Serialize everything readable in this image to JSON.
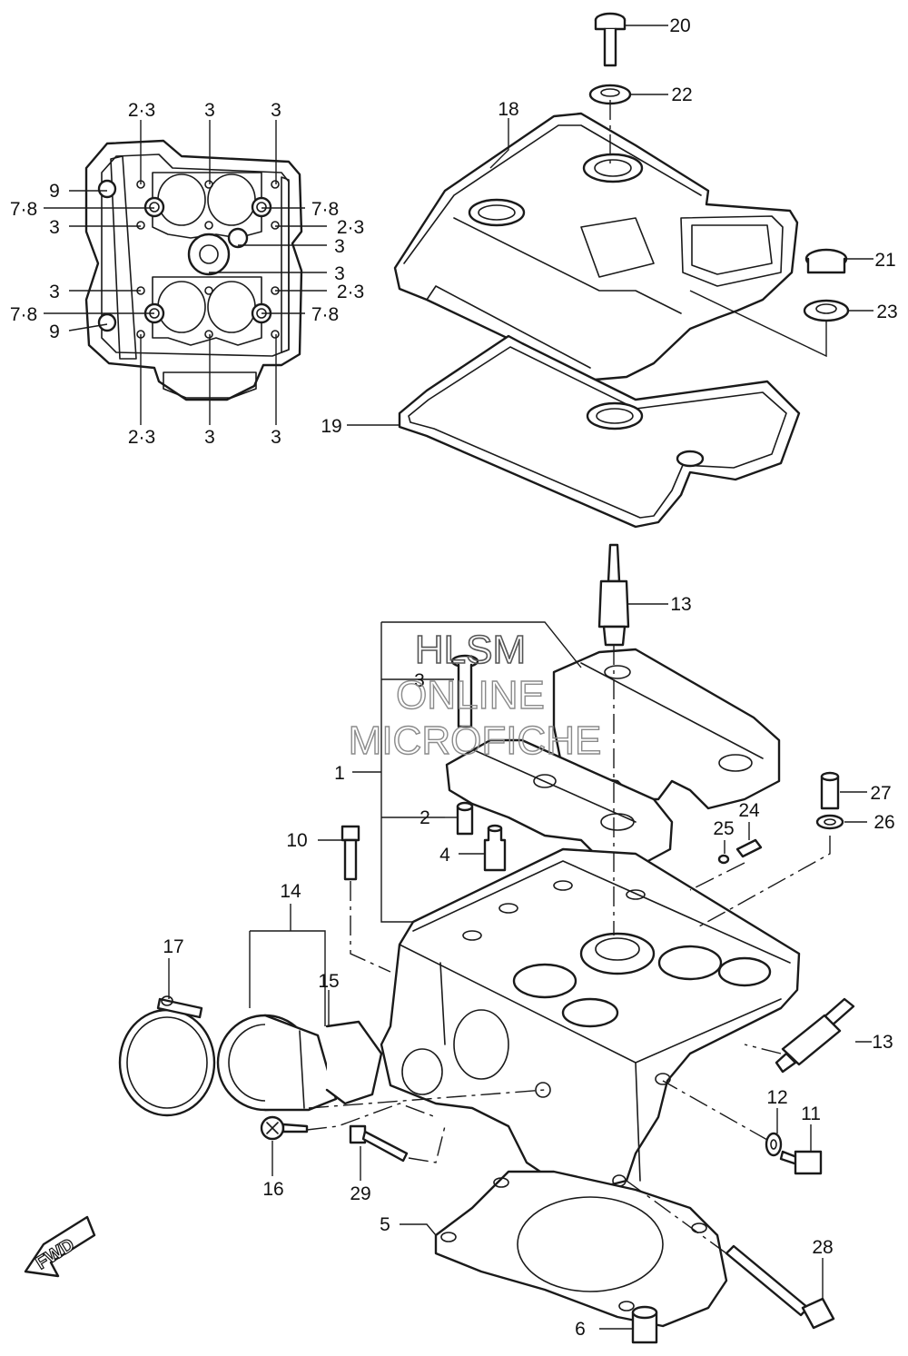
{
  "watermark": {
    "line1": "HLSM",
    "line2": "ONLINE",
    "line3": "MICROFICHE"
  },
  "fwd_badge": "FWD",
  "callouts": {
    "p1": "1",
    "p2": "2",
    "p3": "3",
    "p4": "4",
    "p5": "5",
    "p6": "6",
    "p10": "10",
    "p11": "11",
    "p12": "12",
    "p13a": "13",
    "p13b": "13",
    "p14": "14",
    "p15": "15",
    "p16": "16",
    "p17": "17",
    "p18": "18",
    "p19": "19",
    "p20": "20",
    "p21": "21",
    "p22": "22",
    "p23": "23",
    "p24": "24",
    "p25": "25",
    "p26": "26",
    "p27": "27",
    "p28": "28",
    "p29": "29"
  },
  "inset_callouts": {
    "top_23": "2·3",
    "top_3a": "3",
    "top_3b": "3",
    "l_9a": "9",
    "l_78a": "7·8",
    "l_3a": "3",
    "l_3b": "3",
    "l_78b": "7·8",
    "l_9b": "9",
    "r_78a": "7·8",
    "r_23a": "2·3",
    "r_3a": "3",
    "r_3b": "3",
    "r_23b": "2·3",
    "r_78b": "7·8",
    "bot_23": "2·3",
    "bot_3a": "3",
    "bot_3b": "3"
  }
}
